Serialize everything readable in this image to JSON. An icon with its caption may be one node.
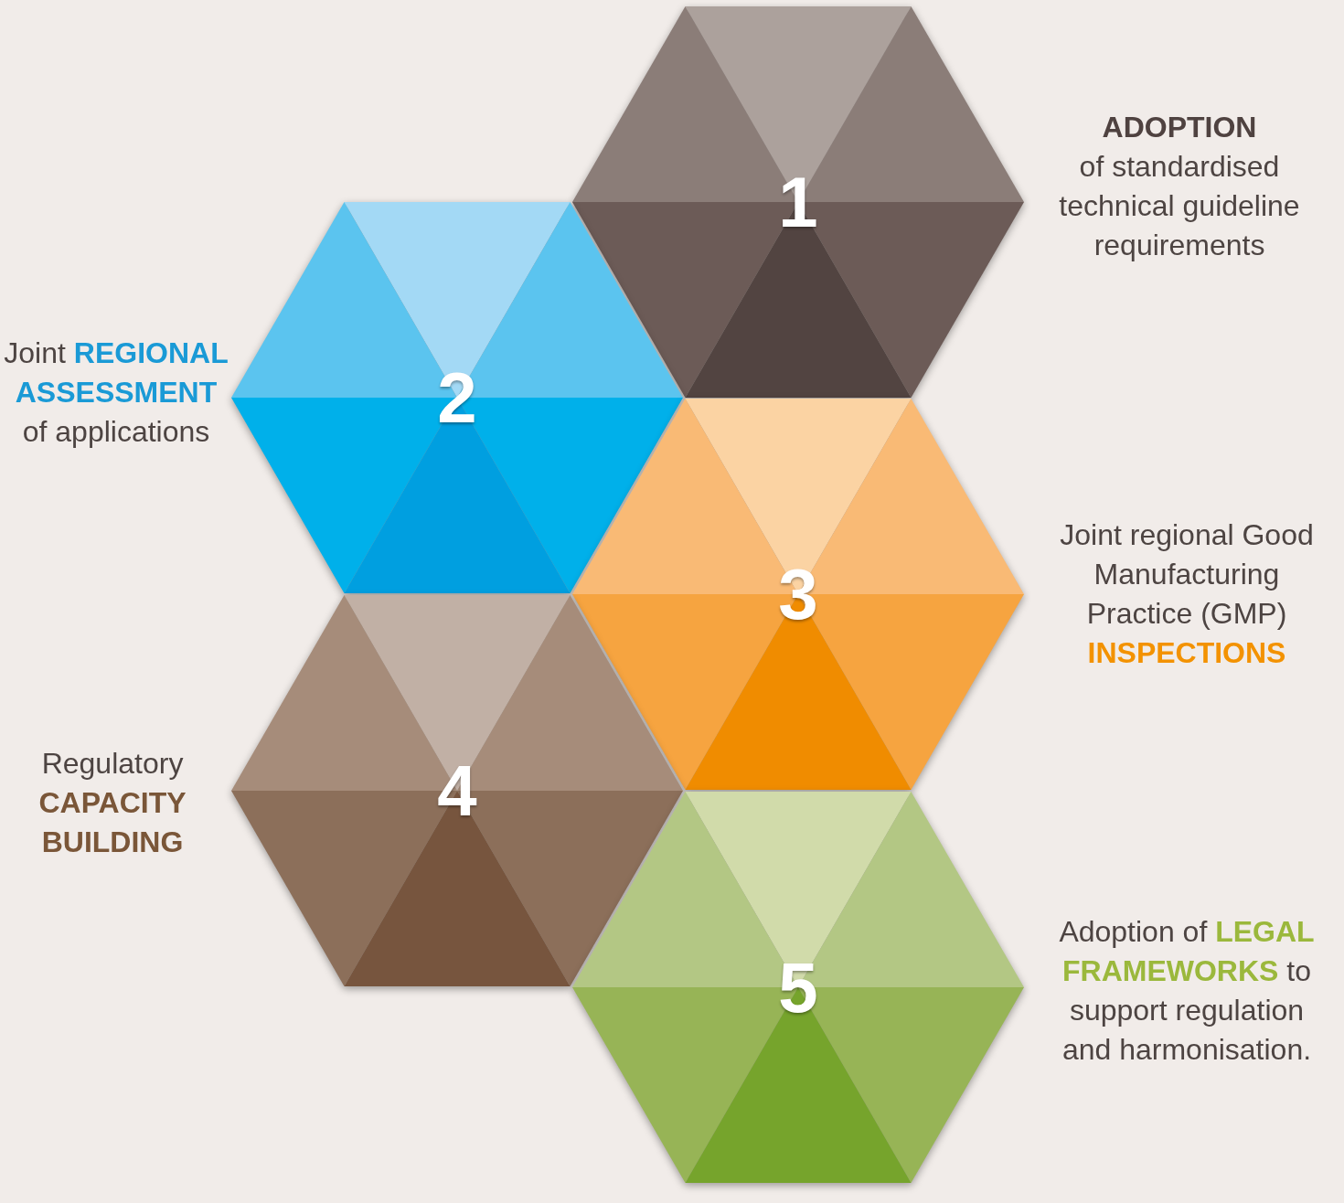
{
  "diagram": {
    "nodes": [
      {
        "text": [
          "1"
        ],
        "beside": [
          "**ADOPTION** of standardised technical guideline requirements"
        ]
      },
      {
        "text": [
          "2"
        ],
        "beside": [
          "Joint **REGIONAL ASSESSMENT** of applications"
        ]
      },
      {
        "text": [
          "3"
        ],
        "beside": [
          "Joint regional Good Manufacturing Practice (GMP) **INSPECTIONS**"
        ]
      },
      {
        "text": [
          "4"
        ],
        "beside": [
          "Regulatory **CAPACITY BUILDING**"
        ]
      },
      {
        "text": [
          "5"
        ],
        "beside": [
          "Adoption of **LEGAL FRAMEWORKS** to support regulation and harmonisation."
        ]
      }
    ]
  }
}
